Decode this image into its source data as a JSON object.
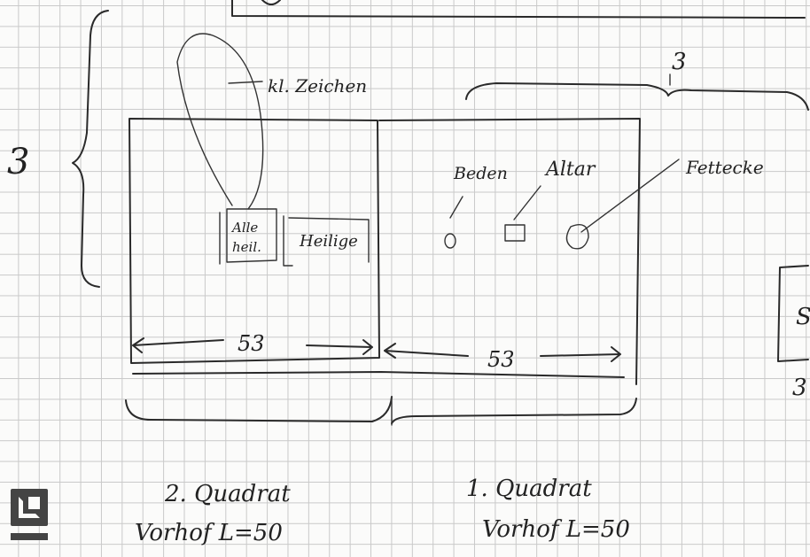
{
  "labels": {
    "brace_height_left": "3",
    "brace_width_top": "3",
    "note_small_sign": "kl. Zeichen",
    "button_all_line1": "Alle",
    "button_all_line2": "heil.",
    "button_saints": "Heilige",
    "label_bed": "Beden",
    "label_altar": "Altar",
    "label_candle": "Fettecke",
    "dim_left": "53",
    "dim_right": "53",
    "square_left_title": "2. Quadrat",
    "square_left_sub": "Vorhof L=50",
    "square_right_title": "1. Quadrat",
    "square_right_sub": "Vorhof L=50",
    "right_edge_digit": "3",
    "right_edge_box_char": "S"
  }
}
